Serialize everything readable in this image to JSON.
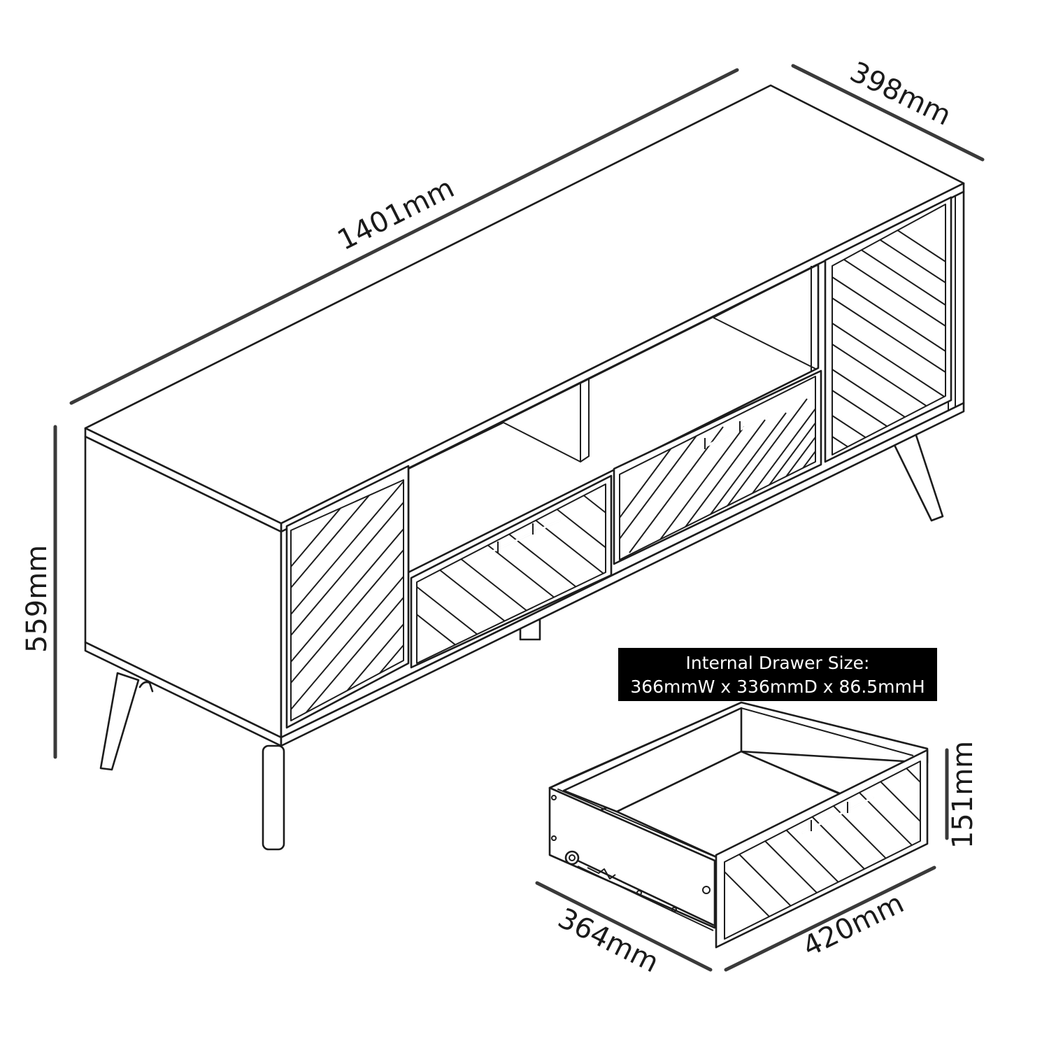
{
  "dimensions": {
    "cabinet_width": "1401mm",
    "cabinet_depth": "398mm",
    "cabinet_height": "559mm",
    "drawer_height": "151mm",
    "drawer_depth": "364mm",
    "drawer_width": "420mm"
  },
  "drawer_info": {
    "title": "Internal Drawer Size:",
    "size": "366mmW x 336mmD x 86.5mmH"
  },
  "colors": {
    "line": "#1c1c1c",
    "dimension_line": "#3a3a3a",
    "banner_background": "#000000",
    "banner_text": "#ffffff",
    "background": "#ffffff"
  }
}
